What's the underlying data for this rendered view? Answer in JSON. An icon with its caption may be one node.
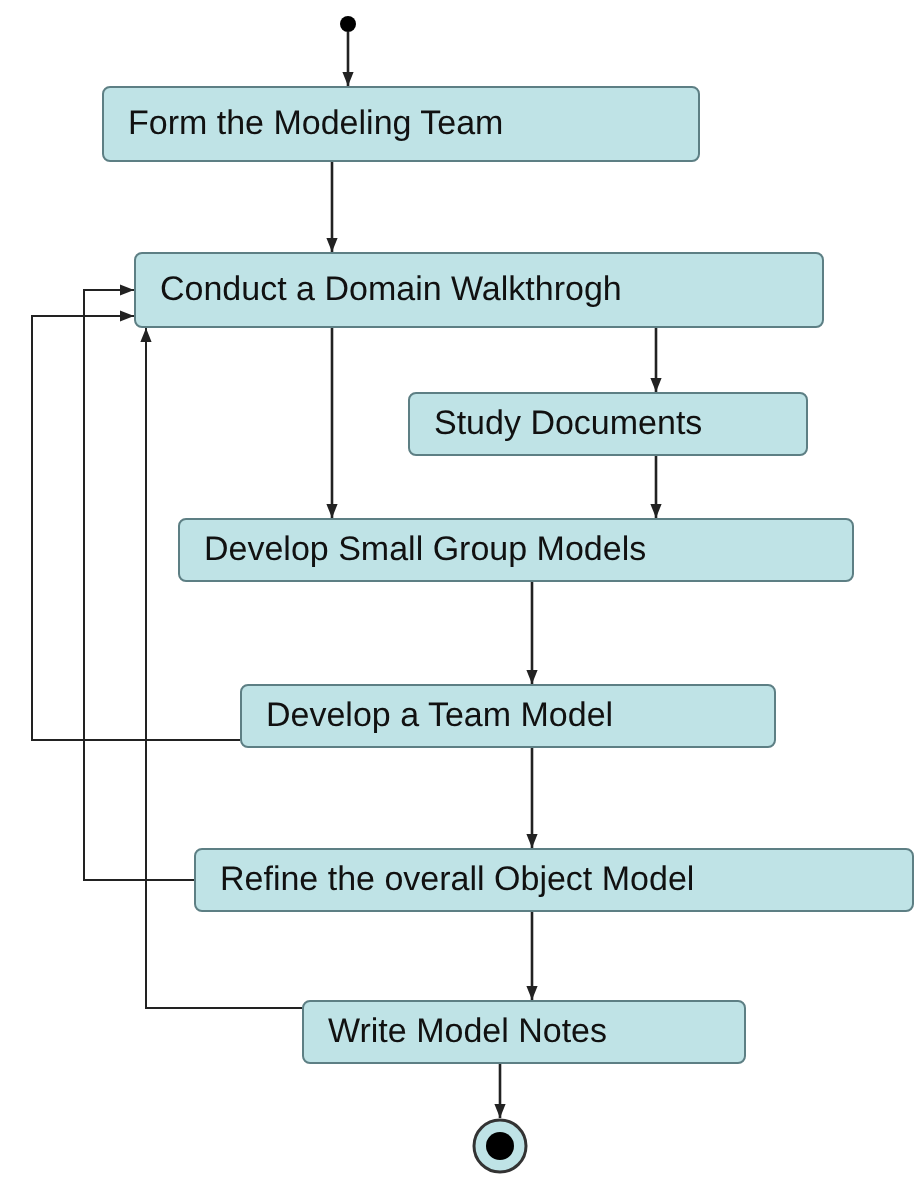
{
  "diagram": {
    "nodes": [
      {
        "text": [],
        "shape": "circle"
      },
      {
        "text": [
          "Form the Modeling Team"
        ]
      },
      {
        "text": [
          "Conduct a Domain Walkthrogh"
        ]
      },
      {
        "text": [
          "Study Documents"
        ]
      },
      {
        "text": [
          "Develop Small Group Models"
        ]
      },
      {
        "text": [
          "Develop a Team Model"
        ]
      },
      {
        "text": [
          "Refine the overall Object Model"
        ]
      },
      {
        "text": [
          "Write Model Notes"
        ]
      },
      {
        "text": [],
        "shape": "circle"
      }
    ],
    "edges": [
      {
        "from": 0,
        "to": 1,
        "arrow": "to"
      },
      {
        "from": 1,
        "to": 2,
        "arrow": "to"
      },
      {
        "from": 2,
        "to": 3,
        "arrow": "to"
      },
      {
        "from": 2,
        "to": 4,
        "arrow": "to"
      },
      {
        "from": 3,
        "to": 4,
        "arrow": "to"
      },
      {
        "from": 4,
        "to": 5,
        "arrow": "to"
      },
      {
        "from": 5,
        "to": 6,
        "arrow": "to"
      },
      {
        "from": 6,
        "to": 7,
        "arrow": "to"
      },
      {
        "from": 7,
        "to": 8,
        "arrow": "to"
      },
      {
        "from": 5,
        "to": 2,
        "arrow": "to"
      },
      {
        "from": 6,
        "to": 2,
        "arrow": "to"
      },
      {
        "from": 7,
        "to": 2,
        "arrow": "to"
      }
    ]
  }
}
